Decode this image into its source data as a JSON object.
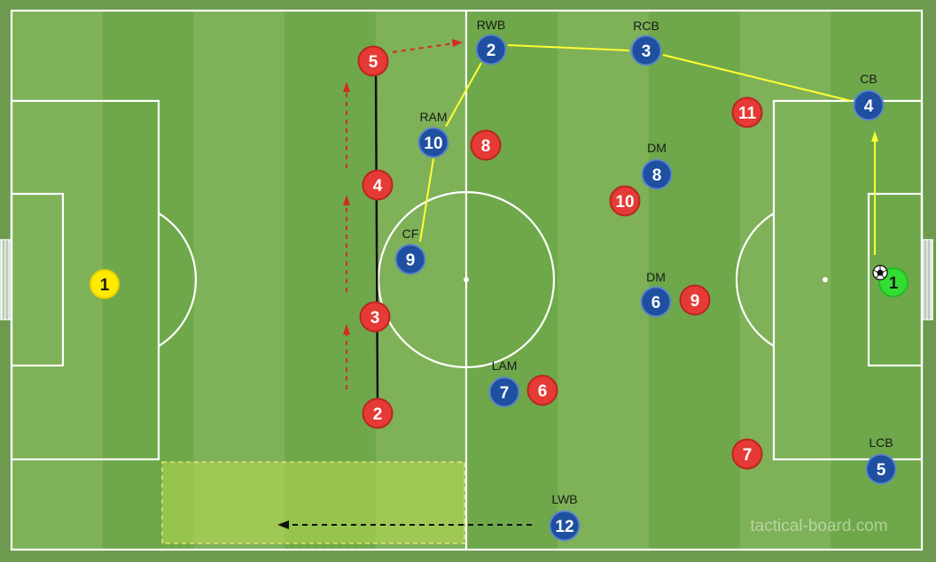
{
  "watermark": "tactical-board.com",
  "colors": {
    "pitch_light": "#7fb158",
    "pitch_dark": "#6ea84a",
    "line": "#ffffff",
    "blue_team": "#1e4fa0",
    "red_team": "#e53a35",
    "yellow_gk": "#ffeb00",
    "green_gk": "#33dd33",
    "pass_line": "#ffff33",
    "run_arrow": "#d82828",
    "black_line": "#111111",
    "zone_fill": "#c8e650"
  },
  "blue_team": [
    {
      "number": "2",
      "role": "RWB"
    },
    {
      "number": "3",
      "role": "RCB"
    },
    {
      "number": "4",
      "role": "CB"
    },
    {
      "number": "10",
      "role": "RAM"
    },
    {
      "number": "8",
      "role": "DM"
    },
    {
      "number": "9",
      "role": "CF"
    },
    {
      "number": "6",
      "role": "DM"
    },
    {
      "number": "7",
      "role": "LAM"
    },
    {
      "number": "5",
      "role": "LCB"
    },
    {
      "number": "12",
      "role": "LWB"
    }
  ],
  "red_team": [
    "5",
    "4",
    "3",
    "2",
    "8",
    "11",
    "10",
    "9",
    "6",
    "7"
  ],
  "goalkeepers": {
    "left": {
      "number": "1",
      "color": "yellow"
    },
    "right": {
      "number": "1",
      "color": "green"
    }
  },
  "icons": {
    "ball": "soccer-ball-icon"
  }
}
